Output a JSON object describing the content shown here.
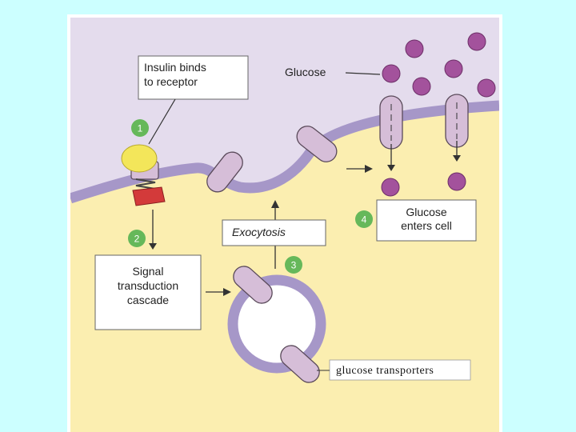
{
  "labels": {
    "insulin_line1": "Insulin binds",
    "insulin_line2": "to receptor",
    "glucose": "Glucose",
    "exocytosis": "Exocytosis",
    "glucose_enters_line1": "Glucose",
    "glucose_enters_line2": "enters cell",
    "signal_line1": "Signal",
    "signal_line2": "transduction",
    "signal_line3": "cascade",
    "glucose_transporters": "glucose transporters"
  },
  "steps": [
    "1",
    "2",
    "3",
    "4"
  ],
  "colors": {
    "page_background": "#ccffff",
    "extracellular": "#e4dced",
    "cytoplasm": "#fbeeb0",
    "membrane": "#a697c8",
    "transporter": "#d6bed8",
    "glucose_molecule": "#a3529c",
    "step_badge": "#66b85a",
    "insulin": "#f3e65a",
    "receptor_red": "#d33a3a"
  }
}
